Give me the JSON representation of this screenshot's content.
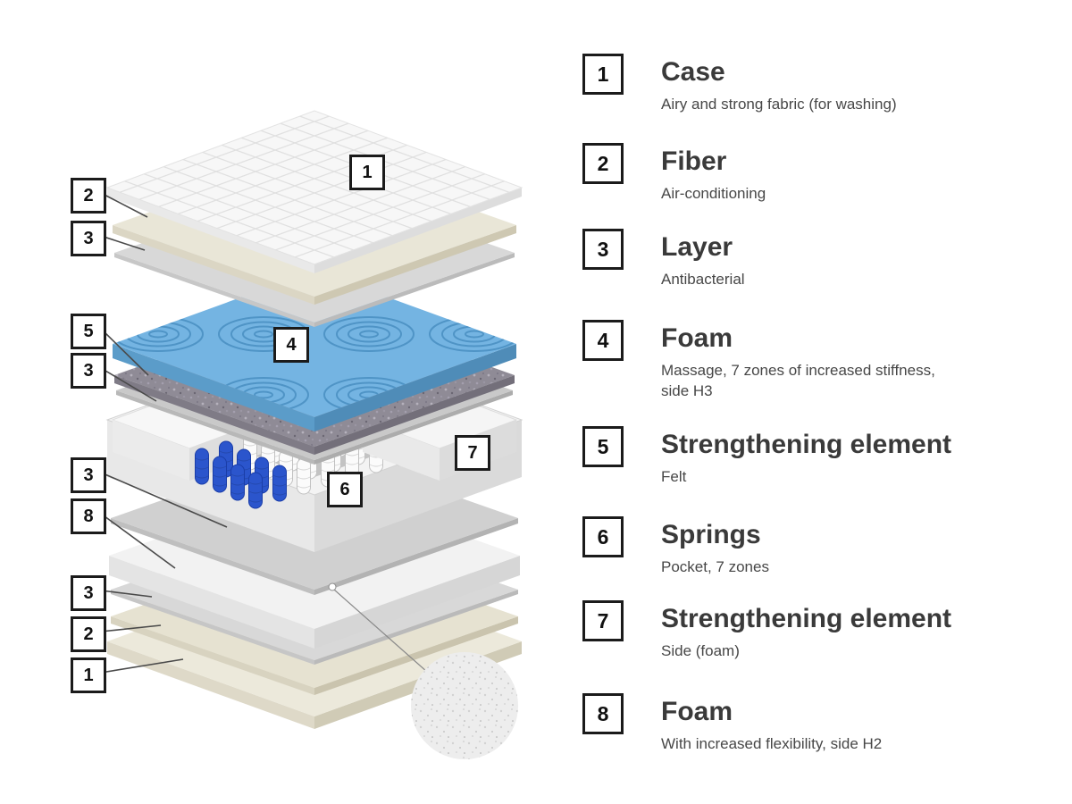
{
  "diagram": {
    "left_labels": [
      {
        "text": "2"
      },
      {
        "text": "3"
      },
      {
        "text": "5"
      },
      {
        "text": "3"
      },
      {
        "text": "3"
      },
      {
        "text": "8"
      },
      {
        "text": "3"
      },
      {
        "text": "2"
      },
      {
        "text": "1"
      }
    ],
    "callouts": [
      {
        "text": "1"
      },
      {
        "text": "4"
      },
      {
        "text": "6"
      },
      {
        "text": "7"
      }
    ]
  },
  "legend": {
    "items": [
      {
        "number": "1",
        "title": "Case",
        "description": "Airy and strong fabric (for washing)"
      },
      {
        "number": "2",
        "title": "Fiber",
        "description": "Air-conditioning"
      },
      {
        "number": "3",
        "title": "Layer",
        "description": "Antibacterial"
      },
      {
        "number": "4",
        "title": "Foam",
        "description": "Massage, 7 zones of increased stiffness,\nside H3"
      },
      {
        "number": "5",
        "title": "Strengthening element",
        "description": "Felt"
      },
      {
        "number": "6",
        "title": "Springs",
        "description": "Pocket, 7 zones"
      },
      {
        "number": "7",
        "title": "Strengthening element",
        "description": "Side (foam)"
      },
      {
        "number": "8",
        "title": "Foam",
        "description": "With increased flexibility, side H2"
      }
    ]
  },
  "colors": {
    "foam_blue": "#74b4e2",
    "spring_blue": "#2b55cc",
    "label_border": "#1b1b1b"
  }
}
